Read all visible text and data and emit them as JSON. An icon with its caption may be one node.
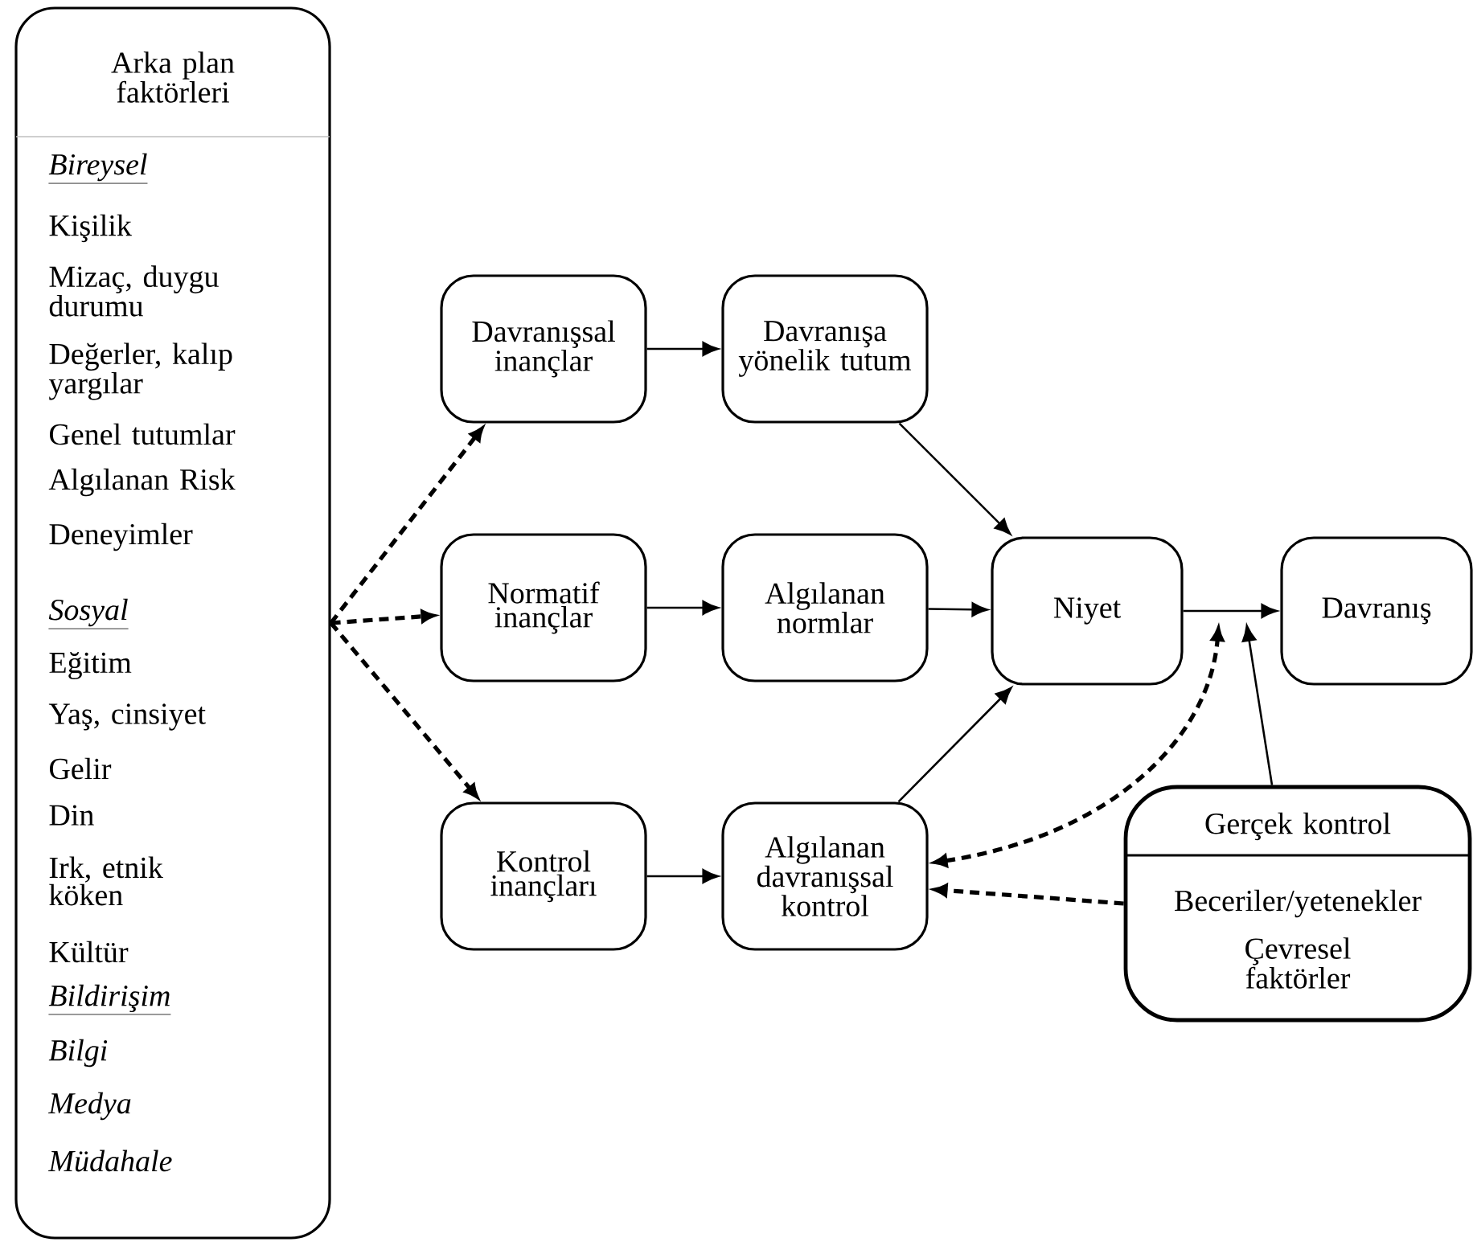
{
  "diagram": {
    "nodes": [
      {
        "text": [
          "Arka plan faktörleri",
          "Bireysel",
          "Kişilik",
          "Mizaç, duygu durumu",
          "Değerler, kalıp yargılar",
          "Genel tutumlar",
          "Algılanan Risk",
          "Deneyimler",
          "Sosyal",
          "Eğitim",
          "Yaş, cinsiyet",
          "Gelir",
          "Din",
          "Irk, etnik köken",
          "Kültür",
          "Bildirişim",
          "Bilgi",
          "Medya",
          "Müdahale"
        ]
      },
      {
        "text": [
          "Davranışsal inançlar"
        ]
      },
      {
        "text": [
          "Davranışa yönelik tutum"
        ]
      },
      {
        "text": [
          "Normatif inançlar"
        ]
      },
      {
        "text": [
          "Algılanan normlar"
        ]
      },
      {
        "text": [
          "Kontrol inançları"
        ]
      },
      {
        "text": [
          "Algılanan davranışsal kontrol"
        ]
      },
      {
        "text": [
          "Niyet"
        ]
      },
      {
        "text": [
          "Davranış"
        ]
      },
      {
        "text": [
          "Gerçek kontrol",
          "Beceriler/yetenekler",
          "Çevresel faktörler"
        ]
      }
    ],
    "edges": [
      {
        "from": 0,
        "to": 1,
        "arrow": "to",
        "style": "dashed"
      },
      {
        "from": 0,
        "to": 3,
        "arrow": "to",
        "style": "dashed"
      },
      {
        "from": 0,
        "to": 5,
        "arrow": "to",
        "style": "dashed"
      },
      {
        "from": 1,
        "to": 2,
        "arrow": "to"
      },
      {
        "from": 3,
        "to": 4,
        "arrow": "to"
      },
      {
        "from": 5,
        "to": 6,
        "arrow": "to"
      },
      {
        "from": 2,
        "to": 7,
        "arrow": "to"
      },
      {
        "from": 4,
        "to": 7,
        "arrow": "to"
      },
      {
        "from": 6,
        "to": 7,
        "arrow": "to"
      },
      {
        "from": 7,
        "to": 8,
        "arrow": "to"
      },
      {
        "from": 9,
        "to": null,
        "arrow": "to"
      },
      {
        "from": 6,
        "to": null,
        "arrow": "both",
        "style": "dashed"
      },
      {
        "from": 9,
        "to": 6,
        "arrow": "to",
        "style": "dashed"
      }
    ]
  }
}
